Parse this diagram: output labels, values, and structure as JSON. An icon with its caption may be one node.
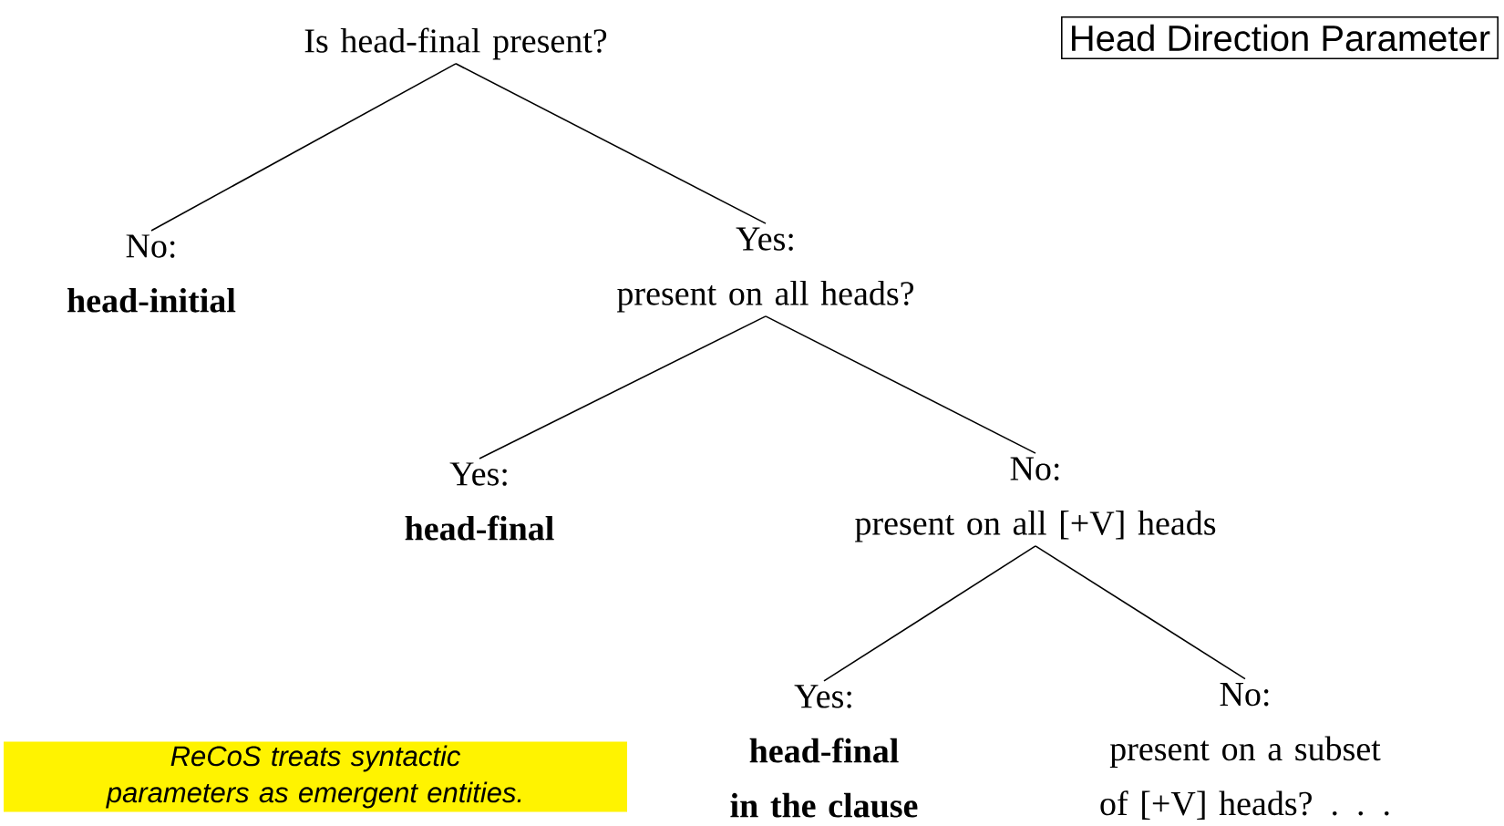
{
  "diagram": {
    "title": "Head Direction Parameter",
    "nodes": [
      {
        "text": [
          "Is head-final present?"
        ]
      },
      {
        "text": [
          "No:",
          "head-initial"
        ]
      },
      {
        "text": [
          "Yes:",
          "present on all heads?"
        ]
      },
      {
        "text": [
          "Yes:",
          "head-final"
        ]
      },
      {
        "text": [
          "No:",
          "present on all [+V] heads"
        ]
      },
      {
        "text": [
          "Yes:",
          "head-final in the clause"
        ]
      },
      {
        "text": [
          "No:",
          "present on a subset of [+V] heads? . . ."
        ]
      },
      {
        "text": [
          "ReCoS treats syntactic parameters as emergent entities."
        ]
      }
    ],
    "edges": [
      {
        "from": 0,
        "to": 1,
        "arrow": "none"
      },
      {
        "from": 0,
        "to": 2,
        "arrow": "none"
      },
      {
        "from": 2,
        "to": 3,
        "arrow": "none"
      },
      {
        "from": 2,
        "to": 4,
        "arrow": "none"
      },
      {
        "from": 4,
        "to": 5,
        "arrow": "none"
      },
      {
        "from": 4,
        "to": 6,
        "arrow": "none"
      }
    ]
  }
}
